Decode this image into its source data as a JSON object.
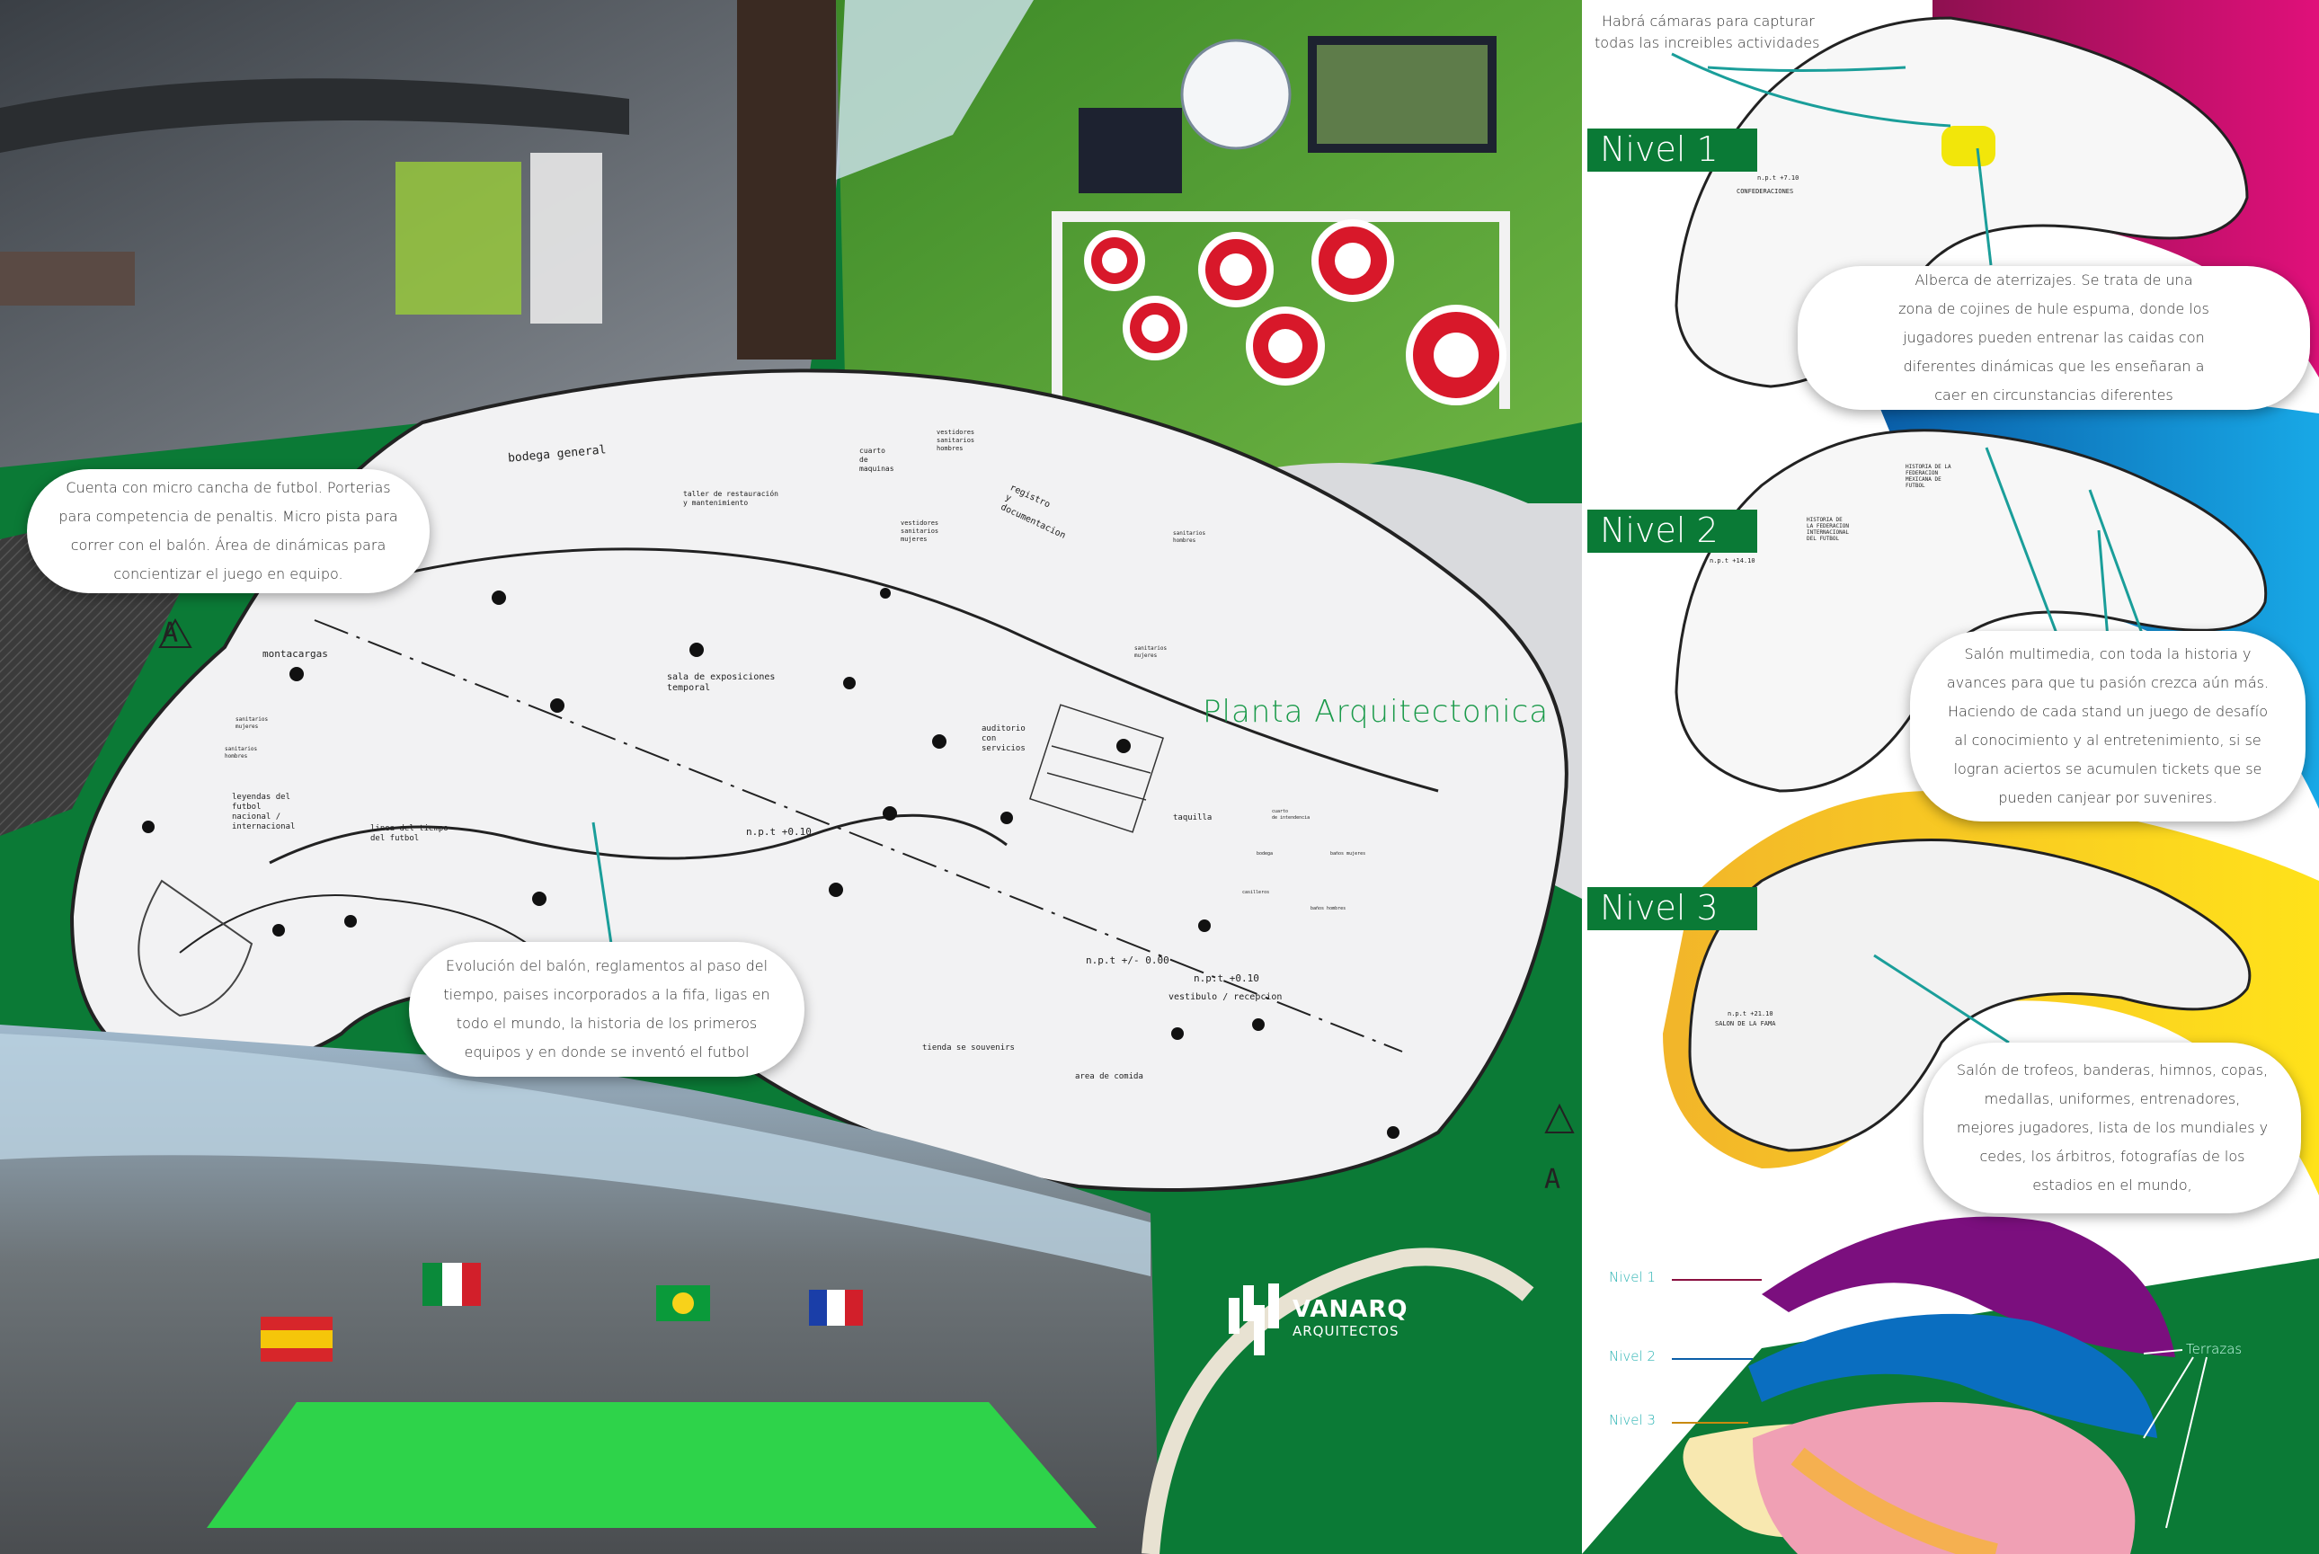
{
  "board": {
    "title": "Planta Arquitectonica",
    "logo": {
      "name": "VANARQ",
      "subtitle": "ARQUITECTOS"
    }
  },
  "colors": {
    "green": "#0a7a36",
    "accent_teal": "#1a9e9a",
    "nivel1": "#b0105f",
    "nivel2": "#0a78c8",
    "nivel3": "#f5c21a"
  },
  "callouts": {
    "futbol": [
      "Cuenta con micro cancha de futbol. Porterias",
      "para competencia de penaltis. Micro pista para",
      "correr con el balón. Área de dinámicas para",
      "concientizar el juego en equipo."
    ],
    "evolucion": [
      "Evolución del balón, reglamentos al paso del",
      "tiempo, paises incorporados a la fifa, ligas en",
      "todo el mundo, la historia de los primeros",
      "equipos y en donde se inventó el futbol"
    ],
    "camaras": [
      "Habrá cámaras para capturar",
      "todas las increibles actividades"
    ],
    "alberca": [
      "Alberca de aterrizajes. Se trata de una",
      "zona de cojines de hule espuma, donde los",
      "jugadores pueden entrenar las caidas con",
      "diferentes dinámicas que les enseñaran a",
      "caer en circunstancias diferentes"
    ],
    "multimedia": [
      "Salón multimedia, con toda la historia y",
      "avances para que tu pasión crezca aún más.",
      "Haciendo de  cada stand un juego de desafío",
      "al conocimiento y al entretenimiento, si se",
      "logran aciertos se acumulen tickets que se",
      "pueden canjear por suvenires."
    ],
    "trofeos": [
      "Salón de trofeos, banderas, himnos, copas,",
      "medallas, uniformes, entrenadores,",
      "mejores jugadores, lista de los mundiales y",
      "cedes, los árbitros, fotografías de los",
      "estadios en el mundo,"
    ]
  },
  "plan_labels": {
    "bodega": "bodega general",
    "taller": "taller de restauración\ny mantenimiento",
    "cuarto": "cuarto\nde\nmaquinas",
    "vest_h": "vestidores\nsanitarios\nhombres",
    "vest_m": "vestidores\nsanitarios\nmujeres",
    "registro": "registro\ny\ndocumentacion",
    "san_h": "sanitarios\nhombres",
    "san_m": "sanitarios\nmujeres",
    "montacargas": "montacargas",
    "san_m2": "sanitarios\nmujeres",
    "san_h2": "sanitarios\nhombres",
    "sala": "sala de exposiciones\ntemporal",
    "leyendas": "leyendas del\nfutbol\nnacional /\ninternacional",
    "linea": "linea del tiempo\ndel futbol",
    "npt010": "n.p.t +0.10",
    "auditorio": "auditorio\ncon\nservicios",
    "taquilla": "taquilla",
    "cuarto_int": "cuarto\nde intendencia",
    "bodega2": "bodega",
    "casilleros": "casilleros",
    "banos_m": "baños mujeres",
    "banos_h": "baños hombres",
    "npt000": "n.p.t +/- 0.00",
    "npt010b": "n.p.t +0.10",
    "vestibulo": "vestibulo / recepcion",
    "tienda": "tienda se souvenirs",
    "comida": "area de comida",
    "section_a": "A"
  },
  "levels": [
    {
      "label": "Nivel 1",
      "npt": "n.p.t +7.10",
      "room": "CONFEDERACIONES"
    },
    {
      "label": "Nivel 2",
      "npt": "n.p.t +14.10",
      "room1": "HISTORIA DE LA\nFEDERACION\nMEXICANA DE\nFUTBOL",
      "room2": "HISTORIA DE\nLA FEDERACION\nINTERNACIONAL\nDEL FUTBOL"
    },
    {
      "label": "Nivel 3",
      "npt": "n.p.t +21.10",
      "room": "SALON DE LA FAMA"
    }
  ],
  "axonometric": {
    "labels": [
      "Nivel 1",
      "Nivel 2",
      "Nivel 3"
    ],
    "terrazas": "Terrazas"
  }
}
